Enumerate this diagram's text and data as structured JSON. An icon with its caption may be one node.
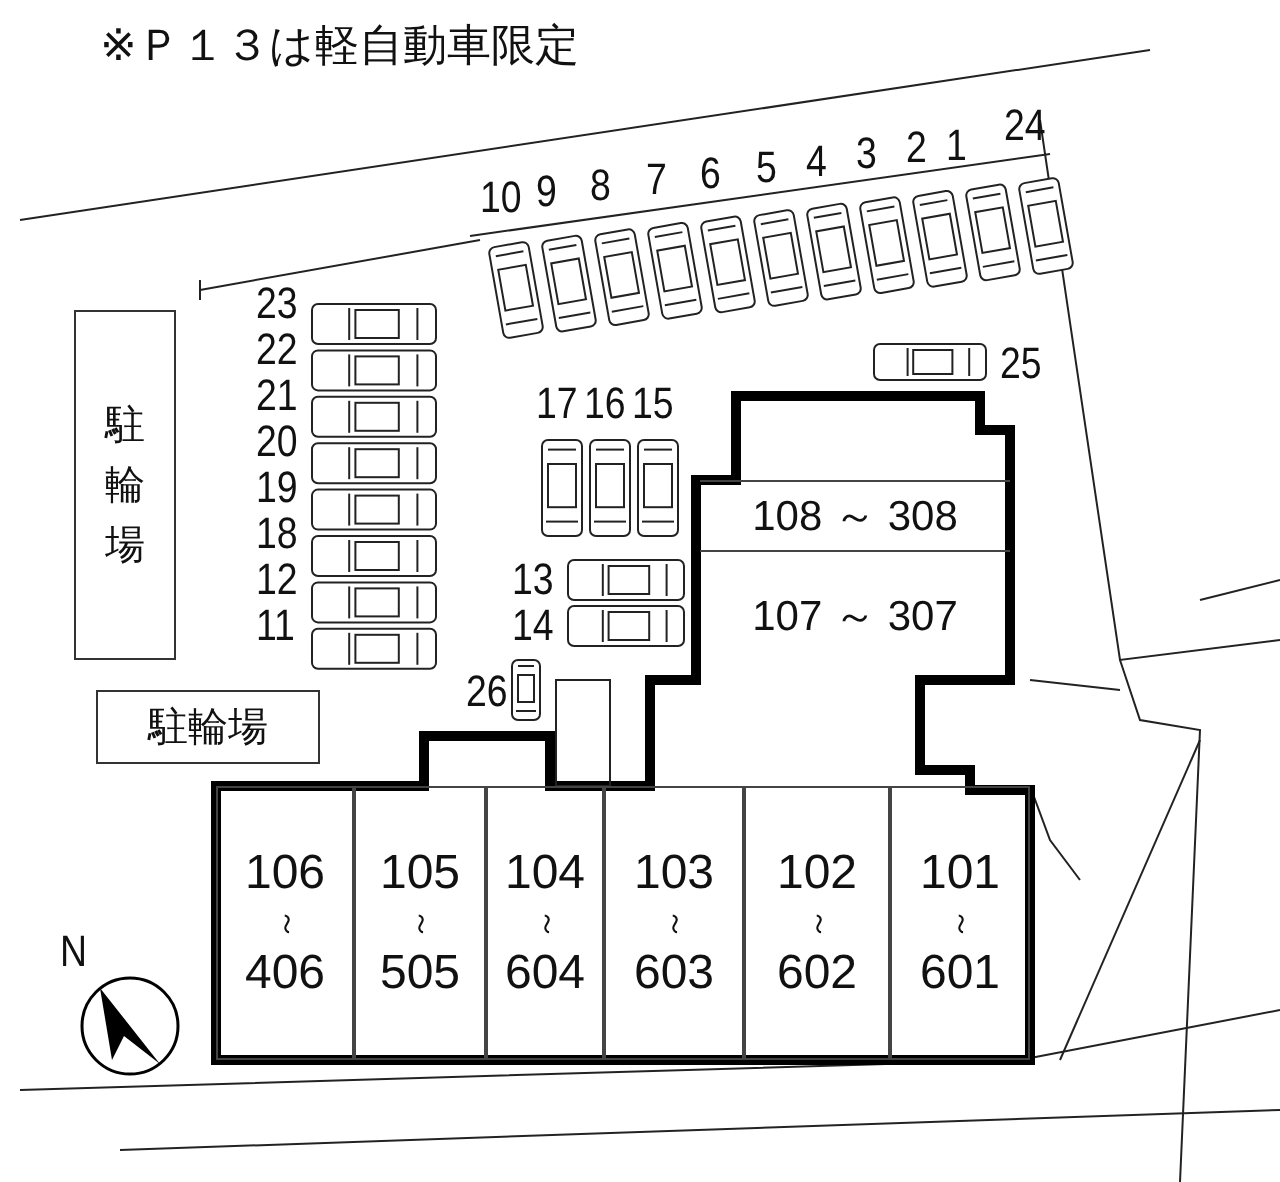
{
  "diagram": {
    "title": "※Ｐ１３は軽自動車限定",
    "nodes": [
      {
        "text": [
          "駐輪場"
        ]
      },
      {
        "text": [
          "駐輪場"
        ]
      },
      {
        "text": [
          "108 ～ 308"
        ]
      },
      {
        "text": [
          "107 ～ 307"
        ]
      },
      {
        "text": [
          "106",
          "～",
          "406"
        ]
      },
      {
        "text": [
          "105",
          "～",
          "505"
        ]
      },
      {
        "text": [
          "104",
          "～",
          "604"
        ]
      },
      {
        "text": [
          "103",
          "～",
          "603"
        ]
      },
      {
        "text": [
          "102",
          "～",
          "602"
        ]
      },
      {
        "text": [
          "101",
          "～",
          "601"
        ]
      }
    ],
    "labels": [
      "10",
      "9",
      "8",
      "7",
      "6",
      "5",
      "4",
      "3",
      "2",
      "1",
      "24",
      "23",
      "22",
      "21",
      "20",
      "19",
      "18",
      "12",
      "11",
      "17",
      "16",
      "15",
      "25",
      "13",
      "14",
      "26",
      "N"
    ]
  }
}
